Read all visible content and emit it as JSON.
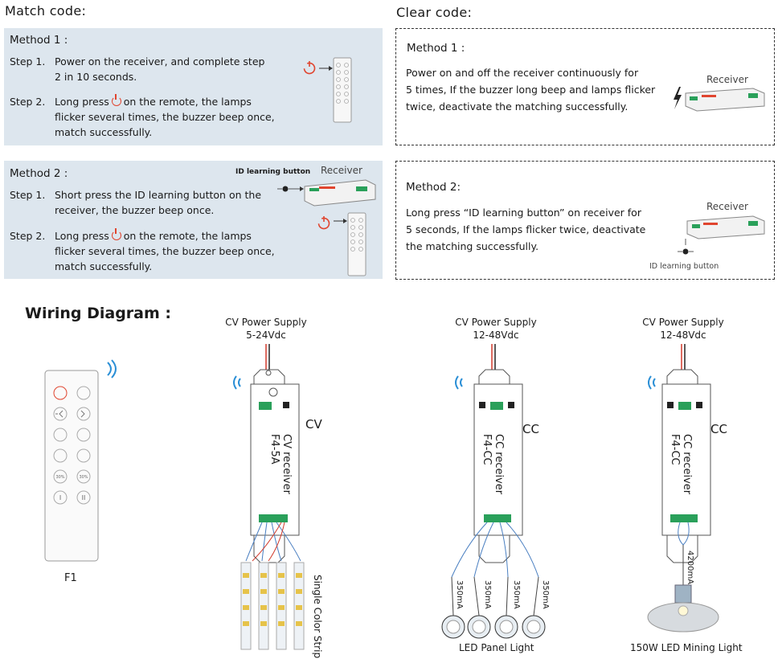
{
  "match": {
    "title": "Match code:",
    "method1": {
      "title": "Method 1 :",
      "step1_no": "Step 1.",
      "step1_l1": "Power on the receiver, and complete step",
      "step1_l2": "2 in 10 seconds.",
      "step2_no": "Step 2.",
      "step2_pre": "Long press",
      "step2_post": "on the remote, the lamps",
      "step2_l2": "flicker several times, the buzzer beep once,",
      "step2_l3": "match successfully."
    },
    "method2": {
      "title": "Method 2 :",
      "id_label": "ID learning button",
      "receiver_label": "Receiver",
      "step1_no": "Step 1.",
      "step1_l1": "Short press the ID learning button on the",
      "step1_l2": "receiver, the buzzer beep once.",
      "step2_no": "Step 2.",
      "step2_pre": "Long press",
      "step2_post": "on the remote, the lamps",
      "step2_l2": "flicker several times, the buzzer beep once,",
      "step2_l3": "match successfully."
    }
  },
  "clear": {
    "title": "Clear code:",
    "method1": {
      "title": "Method 1 :",
      "l1": "Power on and off the receiver continuously for",
      "l2": "5 times, If the buzzer long beep and lamps flicker",
      "l3": "twice, deactivate the matching successfully.",
      "receiver_label": "Receiver"
    },
    "method2": {
      "title": "Method 2:",
      "l1": "Long press “ID learning button” on receiver for",
      "l2": "5 seconds, If the lamps flicker twice, deactivate",
      "l3": "the matching successfully.",
      "receiver_label": "Receiver",
      "id_label": "ID learning button"
    }
  },
  "wiring": {
    "title": "Wiring Diagram :",
    "remote_label": "F1",
    "remote_buttons": [
      "30%",
      "30%",
      "I",
      "II"
    ],
    "d1": {
      "ps1": "CV Power Supply",
      "ps2": "5-24Vdc",
      "receiver1": "CV receiver",
      "receiver2": "F4-5A",
      "type": "CV",
      "strip": "Single Color Strip"
    },
    "d2": {
      "ps1": "CV Power Supply",
      "ps2": "12-48Vdc",
      "receiver1": "CC receiver",
      "receiver2": "F4-CC",
      "type": "CC",
      "currents": [
        "350mA",
        "350mA",
        "350mA",
        "350mA"
      ],
      "load": "LED Panel Light"
    },
    "d3": {
      "ps1": "CV Power Supply",
      "ps2": "12-48Vdc",
      "receiver1": "CC receiver",
      "receiver2": "F4-CC",
      "type": "CC",
      "current": "4200mA",
      "load": "150W LED Mining Light"
    }
  },
  "colors": {
    "panel": "#dde6ee",
    "power_icon": "#e0452f",
    "wifi": "#2b8fd6",
    "terminal": "#2aa05a",
    "wire_red": "#d23b2c",
    "wire_blue": "#4a7fc1"
  }
}
